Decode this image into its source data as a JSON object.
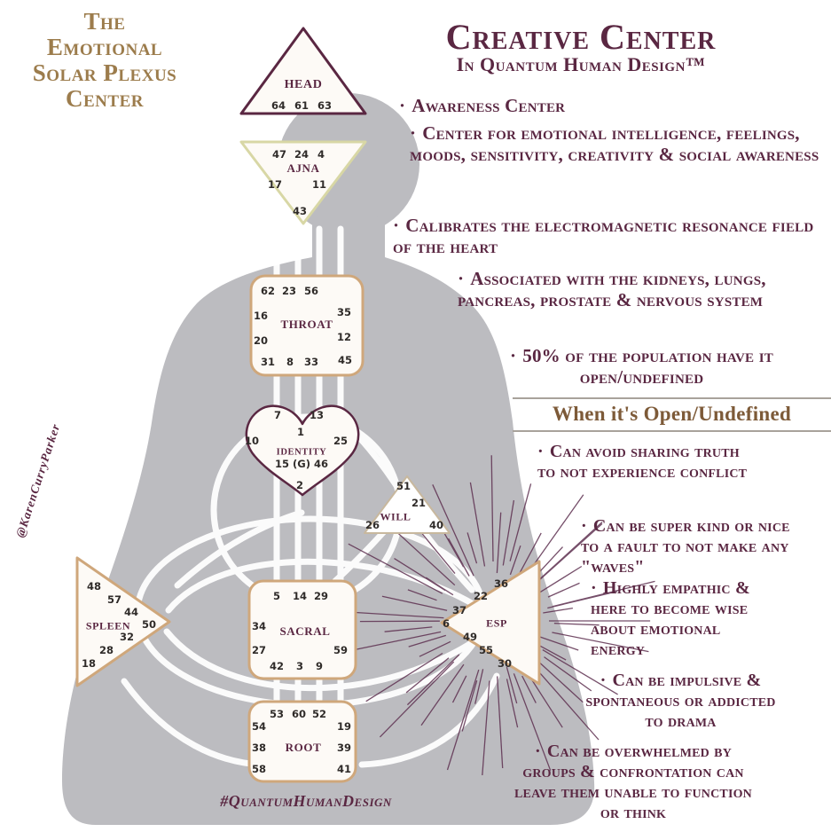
{
  "left_title": {
    "lines": [
      "The",
      "Emotional",
      "Solar Plexus",
      "Center"
    ]
  },
  "watermark": "@KarenCurryParker",
  "hashtag": "#QuantumHumanDesign",
  "header": {
    "title": "Creative Center",
    "subtitle": "In Quantum Human Design™"
  },
  "facts": [
    {
      "marker": "·",
      "text": "Awareness Center"
    },
    {
      "marker": "·",
      "text": "Center for emotional intelligence, feelings, moods, sensitivity, creativity & social awareness"
    },
    {
      "marker": "·",
      "text": "Calibrates the electromagnetic resonance field of the heart"
    },
    {
      "marker": "·",
      "text": "Associated with the kidneys, lungs, pancreas, prostate & nervous system"
    },
    {
      "marker": "·",
      "text": "50% of the population have it open/undefined"
    }
  ],
  "open_section": {
    "title": "When it's Open/Undefined",
    "bullets": [
      {
        "marker": "·",
        "text": "Can avoid sharing truth to not experience conflict"
      },
      {
        "marker": "·",
        "text": "Can be super kind or nice to a fault to not make any \"waves\""
      },
      {
        "marker": "·",
        "text": "Highly empathic & here to become wise about emotional energy"
      },
      {
        "marker": "·",
        "text": "Can be impulsive & spontaneous or addicted to drama"
      },
      {
        "marker": "·",
        "text": "Can be overwhelmed by groups & confrontation can leave them unable to function or think"
      }
    ]
  },
  "centers": {
    "head": {
      "label": "HEAD",
      "numbers": [
        "64",
        "61",
        "63"
      ]
    },
    "ajna": {
      "label": "AJNA",
      "numbers": [
        "47",
        "24",
        "4",
        "17",
        "11",
        "43"
      ]
    },
    "throat": {
      "label": "THROAT",
      "numbers": [
        "62",
        "23",
        "56",
        "16",
        "35",
        "20",
        "12",
        "31",
        "8",
        "33",
        "45"
      ]
    },
    "identity": {
      "label": "IDENTITY",
      "sublabel": "15 (G) 46",
      "numbers": [
        "7",
        "13",
        "1",
        "10",
        "25",
        "2"
      ]
    },
    "will": {
      "label": "WILL",
      "numbers": [
        "51",
        "21",
        "26",
        "40"
      ]
    },
    "spleen": {
      "label": "SPLEEN",
      "numbers": [
        "48",
        "57",
        "44",
        "50",
        "32",
        "28",
        "18"
      ]
    },
    "sacral": {
      "label": "SACRAL",
      "numbers": [
        "5",
        "14",
        "29",
        "34",
        "27",
        "59",
        "42",
        "3",
        "9"
      ]
    },
    "esp": {
      "label": "ESP",
      "numbers": [
        "36",
        "22",
        "37",
        "6",
        "49",
        "55",
        "30"
      ]
    },
    "root": {
      "label": "ROOT",
      "numbers": [
        "53",
        "60",
        "52",
        "54",
        "19",
        "38",
        "39",
        "58",
        "41"
      ]
    }
  },
  "colors": {
    "maroon": "#5a2742",
    "gold_brown": "#9c7c4c",
    "tan_outline": "#cfa77b",
    "olive_outline": "#d8d7a5",
    "silhouette_gray": "#bcbcc0",
    "open_header_brown": "#7d5a38"
  }
}
